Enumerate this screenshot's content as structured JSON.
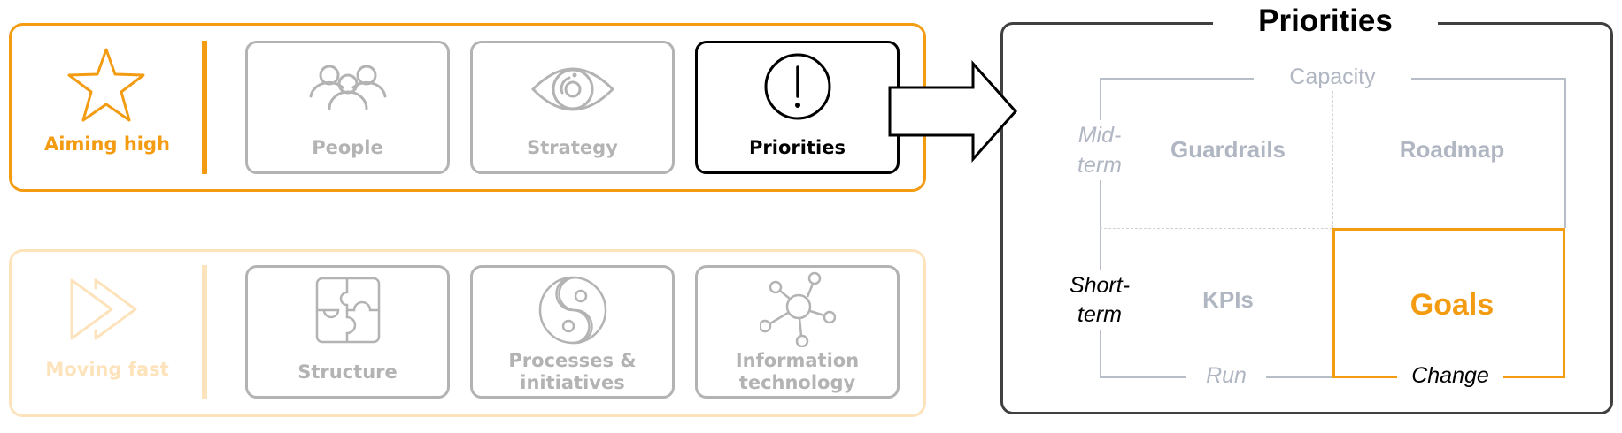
{
  "groups": [
    {
      "label": "Aiming high",
      "icon": "star-icon",
      "state": "active",
      "cards": [
        {
          "label": "People",
          "icon": "people-icon",
          "state": "inactive"
        },
        {
          "label": "Strategy",
          "icon": "eye-icon",
          "state": "inactive"
        },
        {
          "label": "Priorities",
          "icon": "exclamation-circle-icon",
          "state": "selected"
        }
      ]
    },
    {
      "label": "Moving fast",
      "icon": "fast-forward-icon",
      "state": "faded",
      "cards": [
        {
          "label": "Structure",
          "icon": "puzzle-icon",
          "state": "inactive"
        },
        {
          "label_line1": "Processes &",
          "label_line2": "initiatives",
          "icon": "yin-yang-icon",
          "state": "inactive"
        },
        {
          "label_line1": "Information",
          "label_line2": "technology",
          "icon": "network-icon",
          "state": "inactive"
        }
      ]
    }
  ],
  "connector": {
    "icon": "right-arrow-icon"
  },
  "panel": {
    "title": "Priorities",
    "axes": {
      "top": "Capacity",
      "left_top_line1": "Mid-",
      "left_top_line2": "term",
      "left_bottom_line1": "Short-",
      "left_bottom_line2": "term",
      "bottom_left": "Run",
      "bottom_right": "Change"
    },
    "quadrants": {
      "top_left": "Guardrails",
      "top_right": "Roadmap",
      "bottom_left": "KPIs",
      "bottom_right": "Goals"
    },
    "highlighted_quadrant": "bottom_right"
  },
  "colors": {
    "accent": "#F39C12",
    "accent_faded": "#FDE3BC",
    "inactive": "#B3B3B3",
    "muted_text": "#B0B6C2",
    "selected": "#000000",
    "panel_border": "#404040"
  }
}
